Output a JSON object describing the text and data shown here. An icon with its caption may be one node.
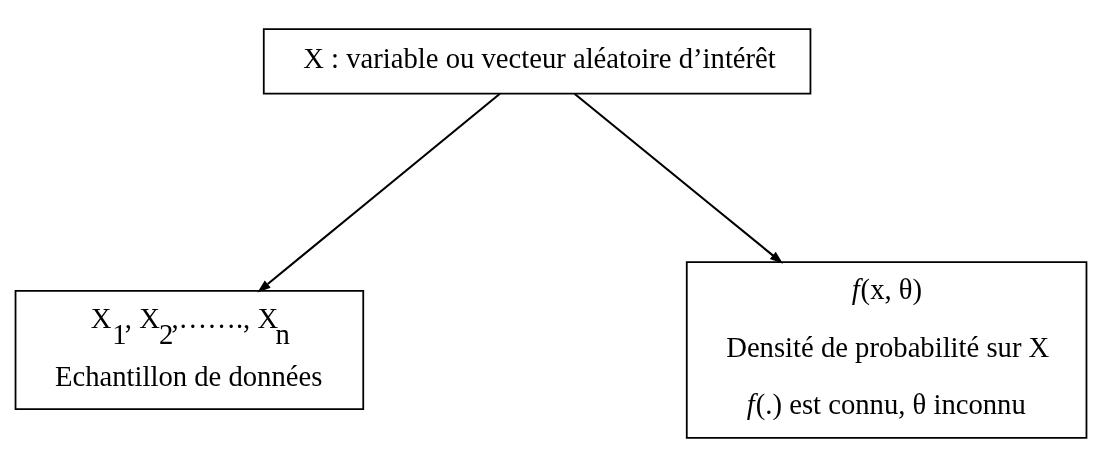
{
  "diagram": {
    "nodes": [
      {
        "text": [
          "X : variable ou vecteur aléatoire d’intérêt"
        ]
      },
      {
        "text": [
          "X$_{1}$, X$_{2}$,……., X$_{n}$",
          "Echantillon de données"
        ]
      },
      {
        "text": [
          "*f*(x, θ)",
          "Densité de probabilité sur X",
          "*f*(.) est connu, θ inconnu"
        ]
      }
    ],
    "edges": [
      {
        "from": 0,
        "to": 1,
        "arrow": "to"
      },
      {
        "from": 0,
        "to": 2,
        "arrow": "to"
      }
    ]
  }
}
